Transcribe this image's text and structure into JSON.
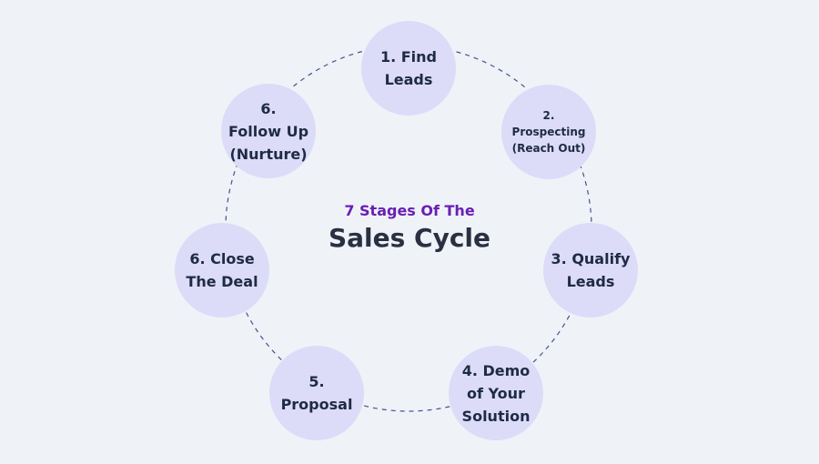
{
  "diagram": {
    "subtitle": "7 Stages Of The",
    "title": "Sales Cycle",
    "nodes": [
      {
        "lines": [
          "1. Find",
          "Leads"
        ]
      },
      {
        "lines": [
          "2.",
          "Prospecting",
          "(Reach Out)"
        ]
      },
      {
        "lines": [
          "3. Qualify",
          "Leads"
        ]
      },
      {
        "lines": [
          "4. Demo",
          "of Your",
          "Solution"
        ]
      },
      {
        "lines": [
          "5.",
          "Proposal"
        ]
      },
      {
        "lines": [
          "6. Close",
          "The Deal"
        ]
      },
      {
        "lines": [
          "6.",
          "Follow Up",
          "(Nurture)"
        ]
      }
    ],
    "colors": {
      "background": "#eff3f8",
      "node_fill": "#dcdcf8",
      "node_text": "#1f2a44",
      "subtitle": "#6a1fb3",
      "title": "#2a3042",
      "ring": "#4b4f8a"
    }
  }
}
